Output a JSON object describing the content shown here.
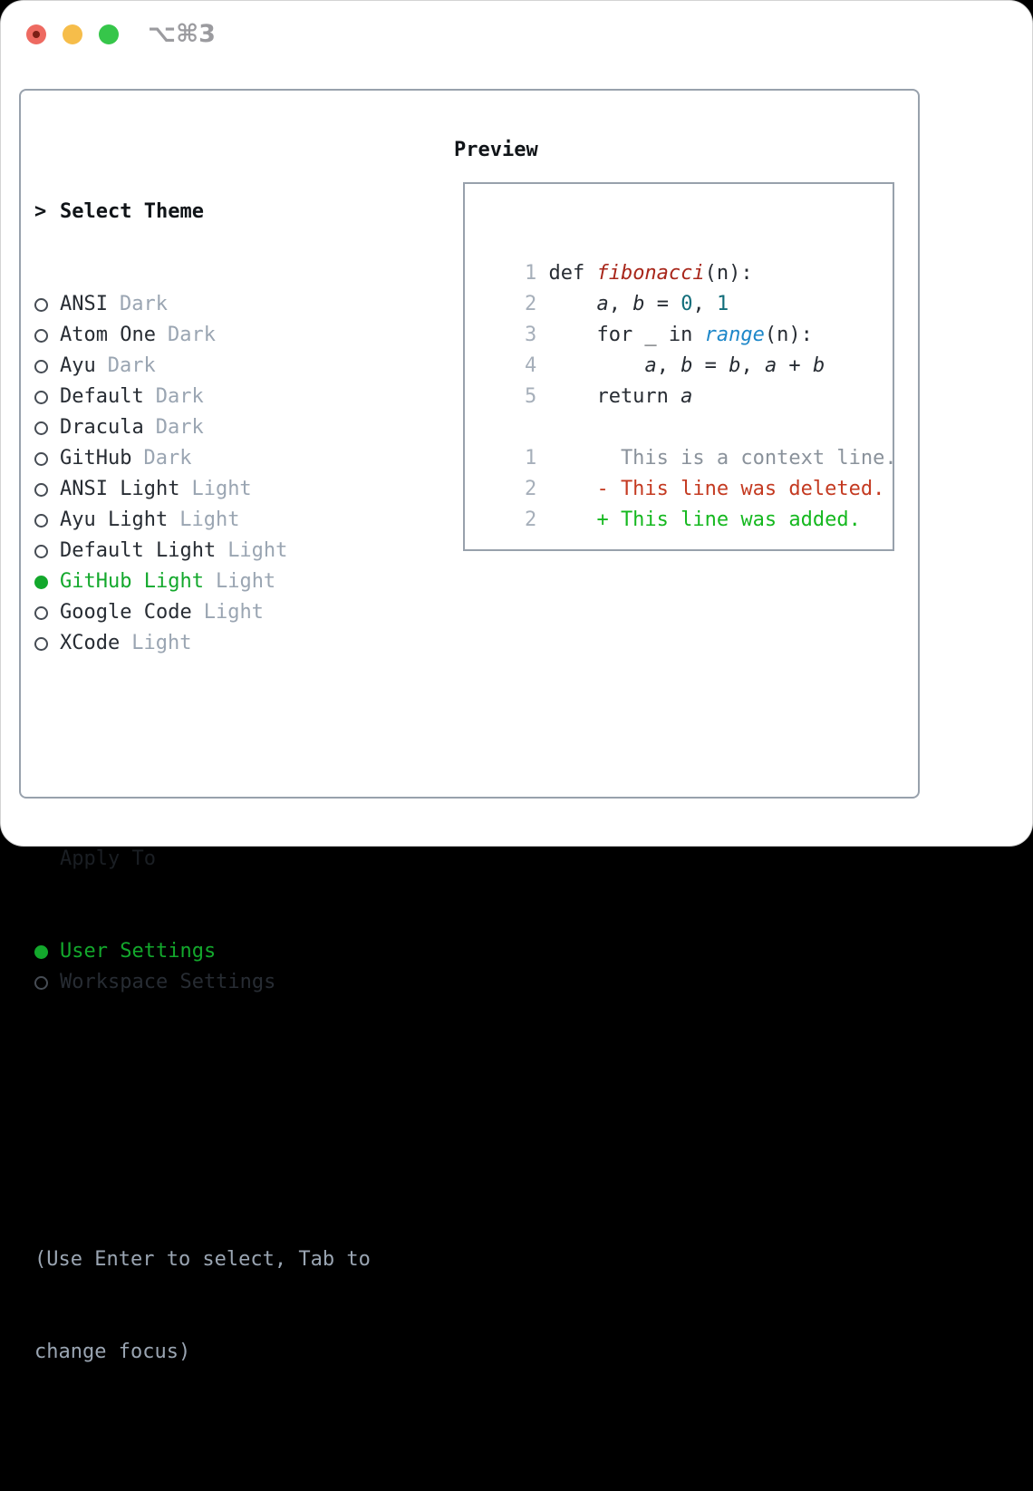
{
  "window": {
    "title": "⌥⌘3"
  },
  "theme_selector": {
    "prompt": ">",
    "header": "Select Theme",
    "themes": [
      {
        "name": "ANSI",
        "variant": "Dark",
        "selected": false
      },
      {
        "name": "Atom One",
        "variant": "Dark",
        "selected": false
      },
      {
        "name": "Ayu",
        "variant": "Dark",
        "selected": false
      },
      {
        "name": "Default",
        "variant": "Dark",
        "selected": false
      },
      {
        "name": "Dracula",
        "variant": "Dark",
        "selected": false
      },
      {
        "name": "GitHub",
        "variant": "Dark",
        "selected": false
      },
      {
        "name": "ANSI Light",
        "variant": "Light",
        "selected": false
      },
      {
        "name": "Ayu Light",
        "variant": "Light",
        "selected": false
      },
      {
        "name": "Default Light",
        "variant": "Light",
        "selected": false
      },
      {
        "name": "GitHub Light",
        "variant": "Light",
        "selected": true
      },
      {
        "name": "Google Code",
        "variant": "Light",
        "selected": false
      },
      {
        "name": "XCode",
        "variant": "Light",
        "selected": false
      }
    ]
  },
  "apply_to": {
    "header": "Apply To",
    "options": [
      {
        "name": "User Settings",
        "selected": true
      },
      {
        "name": "Workspace Settings",
        "selected": false
      }
    ]
  },
  "hint": {
    "line1": "(Use Enter to select, Tab to",
    "line2": "change focus)"
  },
  "preview": {
    "header": "Preview",
    "lines": [
      {
        "num": "1",
        "tokens": [
          [
            "plain",
            "def "
          ],
          [
            "function",
            "fibonacci"
          ],
          [
            "plain",
            "(n):"
          ]
        ]
      },
      {
        "num": "2",
        "tokens": [
          [
            "plain",
            "    "
          ],
          [
            "variable",
            "a"
          ],
          [
            "plain",
            ", "
          ],
          [
            "variable",
            "b"
          ],
          [
            "plain",
            " = "
          ],
          [
            "number",
            "0"
          ],
          [
            "plain",
            ", "
          ],
          [
            "number",
            "1"
          ]
        ]
      },
      {
        "num": "3",
        "tokens": [
          [
            "plain",
            "    for _ in "
          ],
          [
            "builtin",
            "range"
          ],
          [
            "plain",
            "(n):"
          ]
        ]
      },
      {
        "num": "4",
        "tokens": [
          [
            "plain",
            "        "
          ],
          [
            "variable",
            "a"
          ],
          [
            "plain",
            ", "
          ],
          [
            "variable",
            "b"
          ],
          [
            "plain",
            " = "
          ],
          [
            "variable",
            "b"
          ],
          [
            "plain",
            ", "
          ],
          [
            "variable",
            "a"
          ],
          [
            "plain",
            " + "
          ],
          [
            "variable",
            "b"
          ]
        ]
      },
      {
        "num": "5",
        "tokens": [
          [
            "plain",
            "    return "
          ],
          [
            "variable",
            "a"
          ]
        ]
      },
      {
        "num": "",
        "tokens": []
      },
      {
        "num": "1",
        "tokens": [
          [
            "context",
            "      This is a context line."
          ]
        ]
      },
      {
        "num": "2",
        "tokens": [
          [
            "deleted",
            "    - This line was deleted."
          ]
        ]
      },
      {
        "num": "2",
        "tokens": [
          [
            "added",
            "    + This line was added."
          ]
        ]
      }
    ]
  },
  "colors": {
    "text": "#272c33",
    "muted": "#9aa5b2",
    "line_number": "#a6afba",
    "border": "#98a1ac",
    "selected_green": "#13a82c",
    "function_red": "#a8261a",
    "number_teal": "#116d7a",
    "builtin_blue": "#1d87c9",
    "context_gray": "#8a929b",
    "deleted_red": "#c43a21",
    "added_green": "#15b81f",
    "traffic_red": "#ee6a61",
    "traffic_yellow": "#f6bd4a",
    "traffic_green": "#36c64a"
  }
}
